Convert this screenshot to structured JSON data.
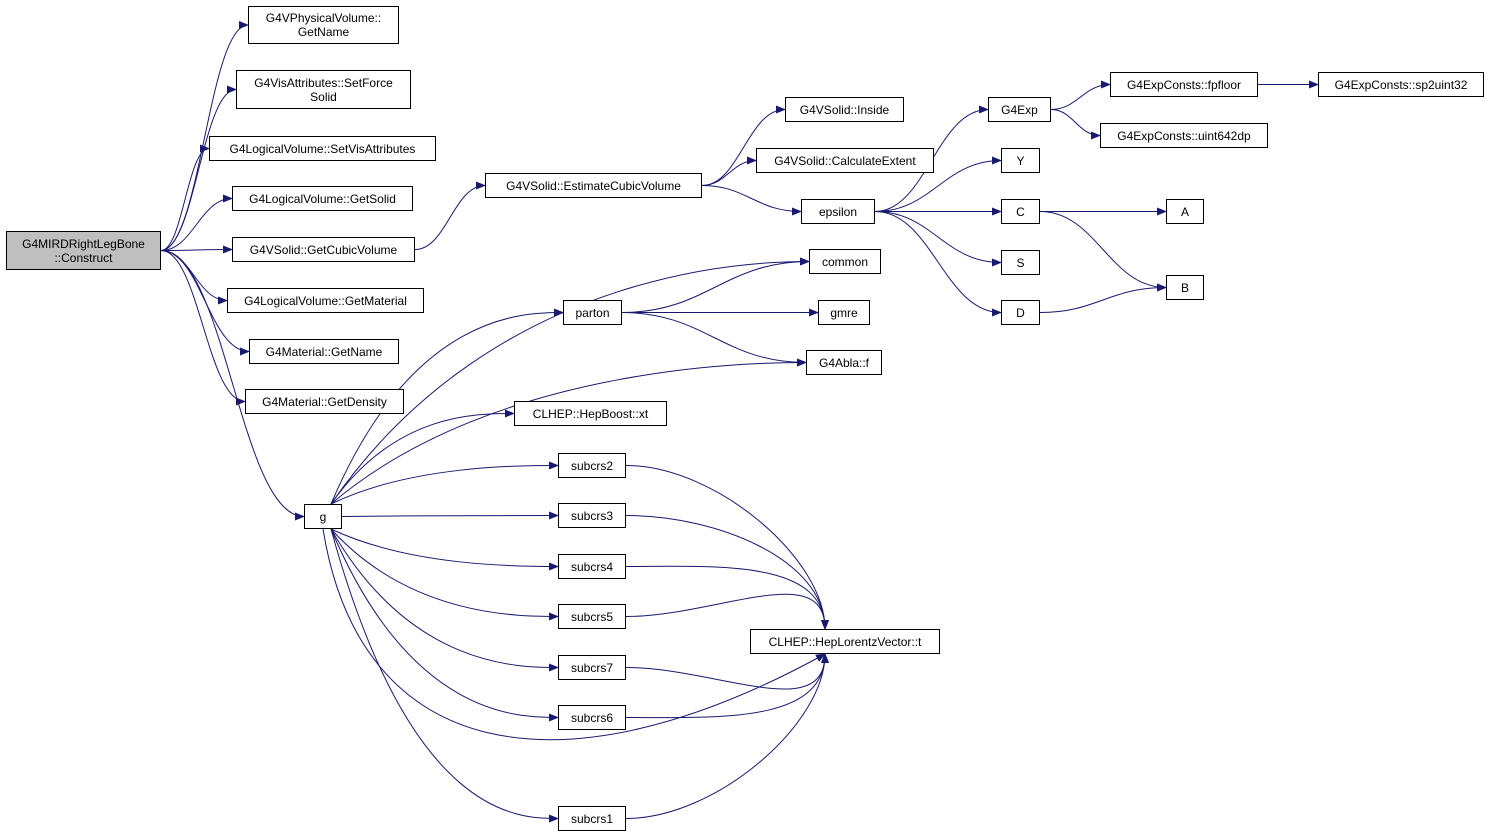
{
  "colors": {
    "edge": "#191970",
    "node_border": "#000000",
    "root_fill": "#bfbfbf",
    "node_fill": "#ffffff"
  },
  "nodes": {
    "root": [
      "G4MIRDRightLegBone",
      "::Construct"
    ],
    "physvol_getname": [
      "G4VPhysicalVolume::",
      "GetName"
    ],
    "visattr_setforce": [
      "G4VisAttributes::SetForce",
      "Solid"
    ],
    "logvol_setvisattr": [
      "G4LogicalVolume::SetVisAttributes"
    ],
    "logvol_getsolid": [
      "G4LogicalVolume::GetSolid"
    ],
    "vsolid_getcubicvolume": [
      "G4VSolid::GetCubicVolume"
    ],
    "logvol_getmaterial": [
      "G4LogicalVolume::GetMaterial"
    ],
    "material_getname": [
      "G4Material::GetName"
    ],
    "material_getdensity": [
      "G4Material::GetDensity"
    ],
    "g": [
      "g"
    ],
    "vsolid_estimatecubicvolume": [
      "G4VSolid::EstimateCubicVolume"
    ],
    "vsolid_inside": [
      "G4VSolid::Inside"
    ],
    "vsolid_calculateextent": [
      "G4VSolid::CalculateExtent"
    ],
    "epsilon": [
      "epsilon"
    ],
    "g4exp": [
      "G4Exp"
    ],
    "expconsts_fpfloor": [
      "G4ExpConsts::fpfloor"
    ],
    "expconsts_sp2uint32": [
      "G4ExpConsts::sp2uint32"
    ],
    "expconsts_uint642dp": [
      "G4ExpConsts::uint642dp"
    ],
    "y": [
      "Y"
    ],
    "c": [
      "C"
    ],
    "a": [
      "A"
    ],
    "s": [
      "S"
    ],
    "b": [
      "B"
    ],
    "d": [
      "D"
    ],
    "common": [
      "common"
    ],
    "parton": [
      "parton"
    ],
    "gmre": [
      "gmre"
    ],
    "abla_f": [
      "G4Abla::f"
    ],
    "hepboost_xt": [
      "CLHEP::HepBoost::xt"
    ],
    "subcrs2": [
      "subcrs2"
    ],
    "subcrs3": [
      "subcrs3"
    ],
    "subcrs4": [
      "subcrs4"
    ],
    "subcrs5": [
      "subcrs5"
    ],
    "subcrs7": [
      "subcrs7"
    ],
    "subcrs6": [
      "subcrs6"
    ],
    "subcrs1": [
      "subcrs1"
    ],
    "heplorentz_t": [
      "CLHEP::HepLorentzVector::t"
    ]
  },
  "edges": [
    [
      "root",
      "physvol_getname"
    ],
    [
      "root",
      "visattr_setforce"
    ],
    [
      "root",
      "logvol_setvisattr"
    ],
    [
      "root",
      "logvol_getsolid"
    ],
    [
      "root",
      "vsolid_getcubicvolume"
    ],
    [
      "root",
      "logvol_getmaterial"
    ],
    [
      "root",
      "material_getname"
    ],
    [
      "root",
      "material_getdensity"
    ],
    [
      "root",
      "g"
    ],
    [
      "vsolid_getcubicvolume",
      "vsolid_estimatecubicvolume"
    ],
    [
      "vsolid_estimatecubicvolume",
      "vsolid_inside"
    ],
    [
      "vsolid_estimatecubicvolume",
      "vsolid_calculateextent"
    ],
    [
      "vsolid_estimatecubicvolume",
      "epsilon"
    ],
    [
      "epsilon",
      "g4exp"
    ],
    [
      "epsilon",
      "y"
    ],
    [
      "epsilon",
      "c"
    ],
    [
      "epsilon",
      "s"
    ],
    [
      "epsilon",
      "d"
    ],
    [
      "g4exp",
      "expconsts_fpfloor"
    ],
    [
      "g4exp",
      "expconsts_uint642dp"
    ],
    [
      "expconsts_fpfloor",
      "expconsts_sp2uint32"
    ],
    [
      "c",
      "a"
    ],
    [
      "c",
      "b"
    ],
    [
      "d",
      "b"
    ],
    [
      "g",
      "common"
    ],
    [
      "g",
      "parton"
    ],
    [
      "g",
      "abla_f"
    ],
    [
      "g",
      "hepboost_xt"
    ],
    [
      "g",
      "subcrs2"
    ],
    [
      "g",
      "subcrs3"
    ],
    [
      "g",
      "subcrs4"
    ],
    [
      "g",
      "subcrs5"
    ],
    [
      "g",
      "subcrs7"
    ],
    [
      "g",
      "subcrs6"
    ],
    [
      "g",
      "subcrs1"
    ],
    [
      "g",
      "heplorentz_t"
    ],
    [
      "parton",
      "common"
    ],
    [
      "parton",
      "gmre"
    ],
    [
      "parton",
      "abla_f"
    ],
    [
      "subcrs2",
      "heplorentz_t"
    ],
    [
      "subcrs3",
      "heplorentz_t"
    ],
    [
      "subcrs4",
      "heplorentz_t"
    ],
    [
      "subcrs5",
      "heplorentz_t"
    ],
    [
      "subcrs7",
      "heplorentz_t"
    ],
    [
      "subcrs6",
      "heplorentz_t"
    ],
    [
      "subcrs1",
      "heplorentz_t"
    ]
  ]
}
